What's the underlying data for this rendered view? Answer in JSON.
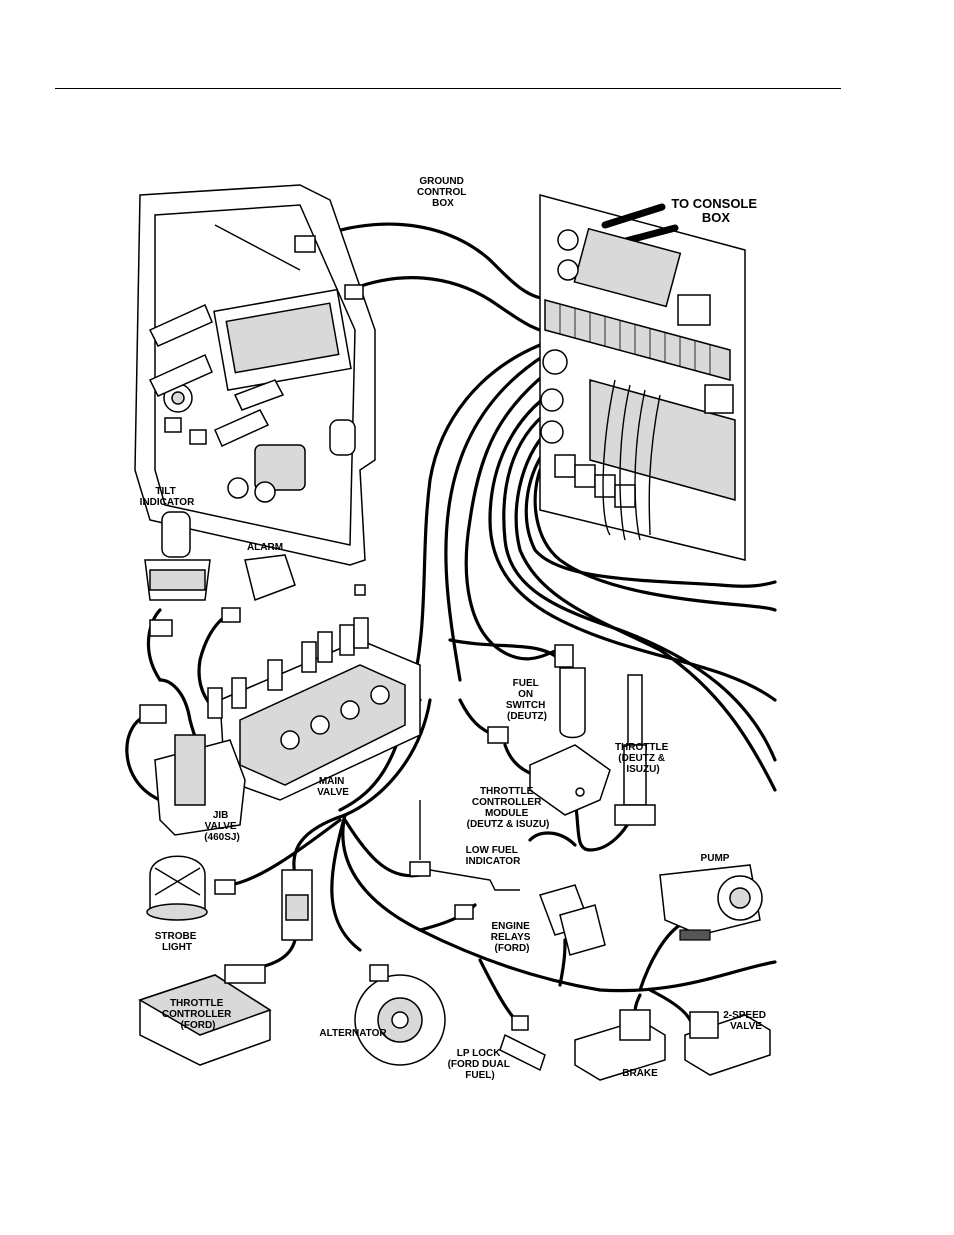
{
  "labels": {
    "ground_control_box": [
      "GROUND",
      "CONTROL",
      "BOX"
    ],
    "to_console_box": [
      "TO CONSOLE",
      "BOX"
    ],
    "tilt_indicator": [
      "TILT",
      "INDICATOR"
    ],
    "alarm": [
      "ALARM"
    ],
    "fuel_on_switch": [
      "FUEL",
      "ON",
      "SWITCH",
      "(DEUTZ)"
    ],
    "throttle": [
      "THROTTLE",
      "(DEUTZ &",
      "ISUZU)"
    ],
    "main_valve": [
      "MAIN",
      "VALVE"
    ],
    "jib_valve": [
      "JIB",
      "VALVE",
      "(460SJ)"
    ],
    "throttle_controller_module": [
      "THROTTLE",
      "CONTROLLER",
      "MODULE",
      "(DEUTZ & ISUZU)"
    ],
    "low_fuel_indicator": [
      "LOW FUEL",
      "INDICATOR"
    ],
    "pump": [
      "PUMP"
    ],
    "strobe_light": [
      "STROBE",
      "LIGHT"
    ],
    "engine_relays": [
      "ENGINE",
      "RELAYS",
      "(FORD)"
    ],
    "throttle_controller_ford": [
      "THROTTLE",
      "CONTROLLER",
      "(FORD)"
    ],
    "alternator": [
      "ALTERNATOR"
    ],
    "lp_lock": [
      "LP LOCK",
      "(FORD DUAL",
      "FUEL)"
    ],
    "two_speed_valve": [
      "2-SPEED",
      "VALVE"
    ],
    "brake": [
      "BRAKE"
    ]
  },
  "colors": {
    "ink": "#000000",
    "paper": "#ffffff",
    "shade": "#d9d9d9"
  }
}
